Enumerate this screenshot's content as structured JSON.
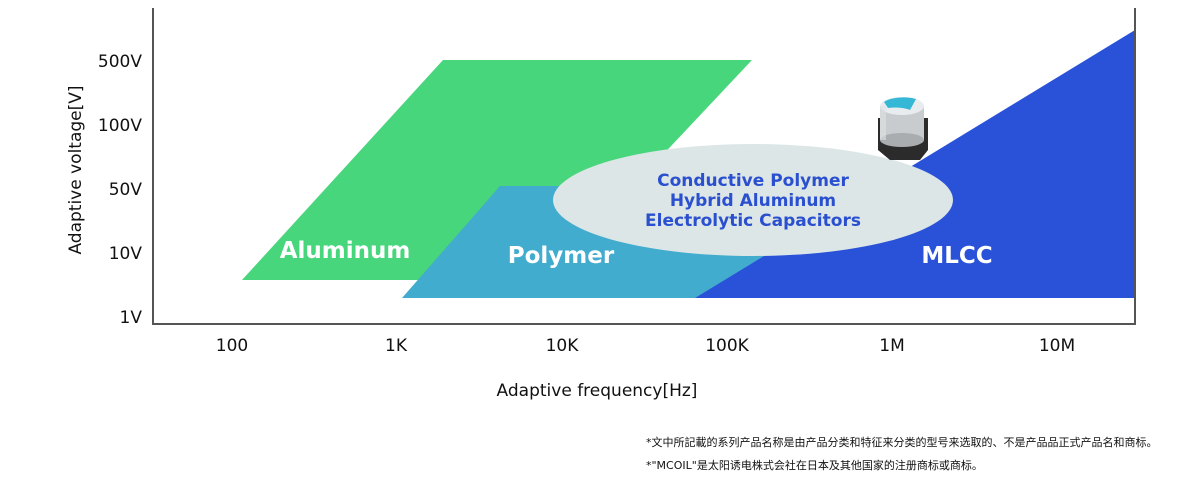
{
  "axes": {
    "ylabel": "Adaptive voltage[V]",
    "xlabel": "Adaptive frequency[Hz]",
    "y_ticks": [
      "500V",
      "100V",
      "50V",
      "10V",
      "1V"
    ],
    "x_ticks": [
      "100",
      "1K",
      "10K",
      "100K",
      "1M",
      "10M"
    ]
  },
  "regions": {
    "aluminum": {
      "label": "Aluminum",
      "color": "#48d67d"
    },
    "polymer": {
      "label": "Polymer",
      "color": "#42acce"
    },
    "mlcc": {
      "label": "MLCC",
      "color": "#2a52d9"
    },
    "hybrid": {
      "lines": [
        "Conductive Polymer",
        "Hybrid Aluminum",
        "Electrolytic Capacitors"
      ],
      "fill": "#dce6e6",
      "text_color": "#2a4fcf"
    }
  },
  "product_image": {
    "icon": "capacitor-icon"
  },
  "footnotes": [
    "*文中所記載的系列产品名称是由产品分类和特征来分类的型号来选取的、不是产品品正式产品名和商标。",
    "*\"MCOIL\"是太阳诱电株式会社在日本及其他国家的注册商标或商标。"
  ]
}
